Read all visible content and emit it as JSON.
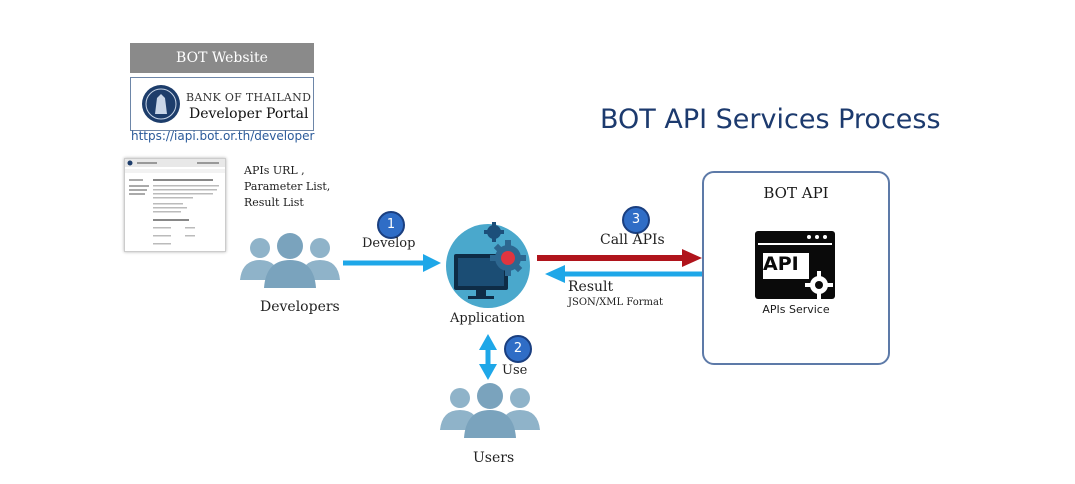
{
  "portal": {
    "header": "BOT Website",
    "bank_name": "BANK OF THAILAND",
    "portal_name": "Developer Portal",
    "url": "https://iapi.bot.or.th/developer"
  },
  "title": "BOT API Services Process",
  "doc_info": [
    "APIs URL ,",
    "Parameter List,",
    "Result List"
  ],
  "nodes": {
    "developers": "Developers",
    "application": "Application",
    "users": "Users",
    "bot_api": "BOT API",
    "api_icon_text": "API",
    "apis_service": "APIs Service"
  },
  "steps": {
    "step1": {
      "number": "1",
      "label": "Develop"
    },
    "step2": {
      "number": "2",
      "label": "Use"
    },
    "step3": {
      "number": "3",
      "label": "Call APIs"
    }
  },
  "result": {
    "label": "Result",
    "format": "JSON/XML Format"
  },
  "colors": {
    "arrow_blue": "#1ea7e8",
    "arrow_red": "#b0141c",
    "people": "#8fb3c9",
    "title": "#1c3a6e",
    "step": "#2f6dc6"
  }
}
